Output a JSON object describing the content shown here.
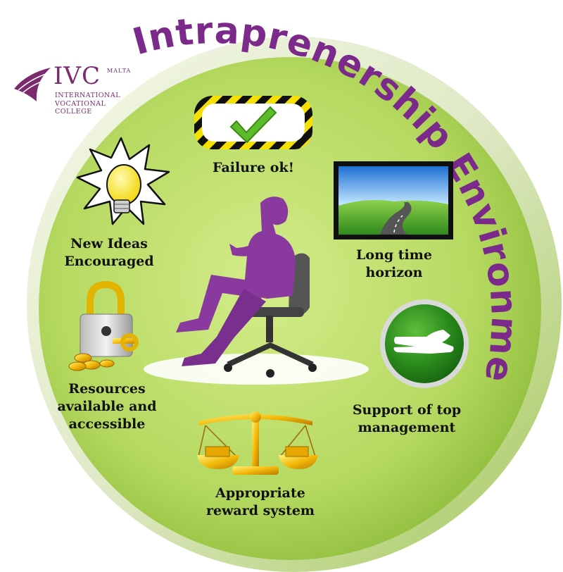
{
  "title": "Intraprenership Environment",
  "logo": {
    "brand": "IVC",
    "country": "MALTA",
    "line1": "INTERNATIONAL",
    "line2": "VOCATIONAL COLLEGE"
  },
  "items": [
    {
      "line1": "Failure ok!",
      "line2": "",
      "icon": "checkmark-icon"
    },
    {
      "line1": "Long time",
      "line2": "horizon",
      "icon": "road-horizon-icon"
    },
    {
      "line1": "Support of top",
      "line2": "management",
      "icon": "helping-hand-icon"
    },
    {
      "line1": "Appropriate",
      "line2": "reward system",
      "icon": "balance-scale-icon"
    },
    {
      "line1": "Resources",
      "line2": "available and",
      "line3": "accessible",
      "icon": "padlock-key-icon"
    },
    {
      "line1": "New Ideas",
      "line2": "Encouraged",
      "icon": "lightbulb-icon"
    }
  ],
  "colors": {
    "title_purple": "#7b2a8c",
    "circle_green": "#a9cf4a",
    "figure_purple": "#8a3a9e",
    "button_green": "#2e8a1e"
  }
}
